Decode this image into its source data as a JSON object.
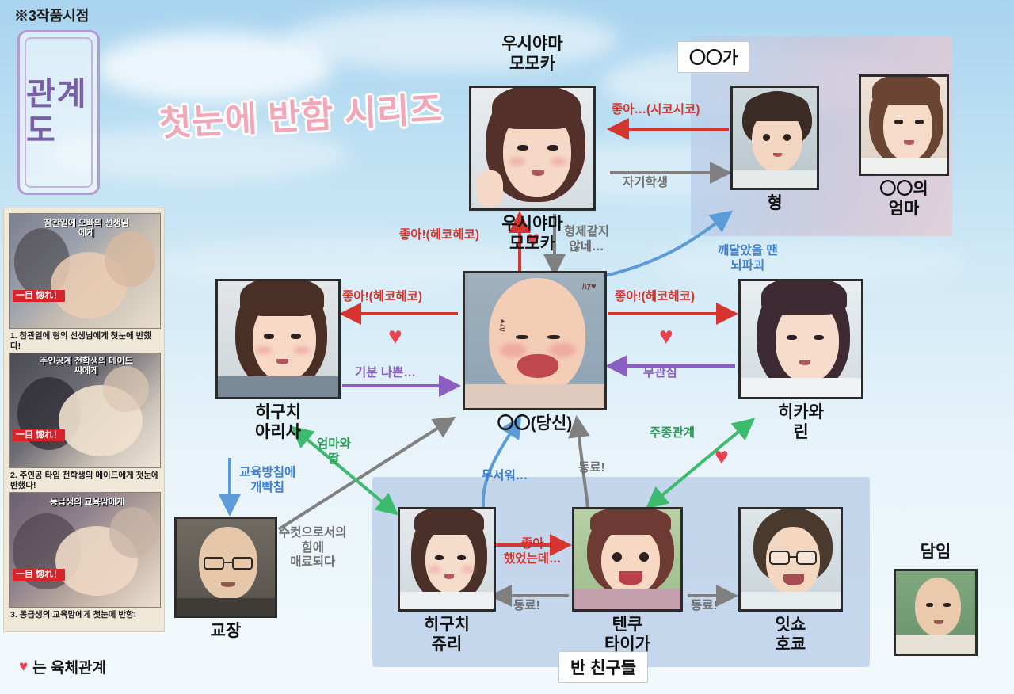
{
  "meta": {
    "top_note": "※3작품시점",
    "kanbox_text": "관계도",
    "series_title": "첫눈에 반함\n시리즈",
    "legend": {
      "heart": "♥",
      "text": "는 육체관계"
    }
  },
  "books": [
    {
      "badge": "참관일에\n오빠의\n선생님에게",
      "band": "一目\n惚れ！",
      "caption": "1. 참관일에 형의 선생님에게 첫눈에 반했다!"
    },
    {
      "badge": "주인공계\n전학생의\n메이드씨에게",
      "band": "一目\n惚れ！",
      "caption": "2. 주인공 타입 전학생의 메이드에게 첫눈에 반했다!"
    },
    {
      "badge": "동급생의\n교육맘에게",
      "band": "一目\n惚れ！",
      "caption": "3. 동급생의 교육맘에게 첫눈에 반함!"
    }
  ],
  "panels": [
    {
      "id": "family",
      "label": "〇〇가"
    },
    {
      "id": "class",
      "label": "반 친구들"
    }
  ],
  "characters": [
    {
      "id": "momoka",
      "name": "우시야마\n모모카"
    },
    {
      "id": "hyung",
      "name": "형"
    },
    {
      "id": "mom",
      "name": "〇〇의\n엄마"
    },
    {
      "id": "arisa",
      "name": "히구치\n아리사"
    },
    {
      "id": "you",
      "name": "〇〇(당신)"
    },
    {
      "id": "rin",
      "name": "히카와\n린"
    },
    {
      "id": "principal",
      "name": "교장"
    },
    {
      "id": "juri",
      "name": "히구치\n쥬리"
    },
    {
      "id": "taiga",
      "name": "텐쿠\n타이가"
    },
    {
      "id": "hoko",
      "name": "잇쇼\n호쿄"
    },
    {
      "id": "damim",
      "name": "담임"
    }
  ],
  "edges": [
    {
      "id": "e1",
      "label": "좋아…(시코시코)",
      "color": "red"
    },
    {
      "id": "e2",
      "label": "자기학생",
      "color": "gray"
    },
    {
      "id": "e3",
      "label": "좋아!(헤코헤코)",
      "color": "red"
    },
    {
      "id": "e4",
      "label": "형제같지\n않네…",
      "color": "gray"
    },
    {
      "id": "e5",
      "label": "깨달았을 땐\n뇌파괴",
      "color": "blue"
    },
    {
      "id": "e6",
      "label": "좋아!(헤코헤코)",
      "color": "red"
    },
    {
      "id": "e7",
      "label": "좋아!(헤코헤코)",
      "color": "red"
    },
    {
      "id": "e8",
      "label": "기분 나쁜…",
      "color": "purple"
    },
    {
      "id": "e9",
      "label": "무관심",
      "color": "purple"
    },
    {
      "id": "e10",
      "label": "교육방침에\n개빡침",
      "color": "blue"
    },
    {
      "id": "e11",
      "label": "엄마와\n딸",
      "color": "green"
    },
    {
      "id": "e12",
      "label": "수컷으로서의\n힘에\n매료되다",
      "color": "gray"
    },
    {
      "id": "e13",
      "label": "무서워…",
      "color": "blue"
    },
    {
      "id": "e14",
      "label": "동료!",
      "color": "gray"
    },
    {
      "id": "e15",
      "label": "주종관계",
      "color": "green"
    },
    {
      "id": "e16",
      "label": "좋아\n했었는데…",
      "color": "red"
    },
    {
      "id": "e17",
      "label": "동료!",
      "color": "gray"
    },
    {
      "id": "e18",
      "label": "동료!",
      "color": "gray"
    }
  ],
  "hearts": [
    {
      "id": "h1"
    },
    {
      "id": "h2"
    },
    {
      "id": "h3"
    },
    {
      "id": "h4"
    }
  ]
}
